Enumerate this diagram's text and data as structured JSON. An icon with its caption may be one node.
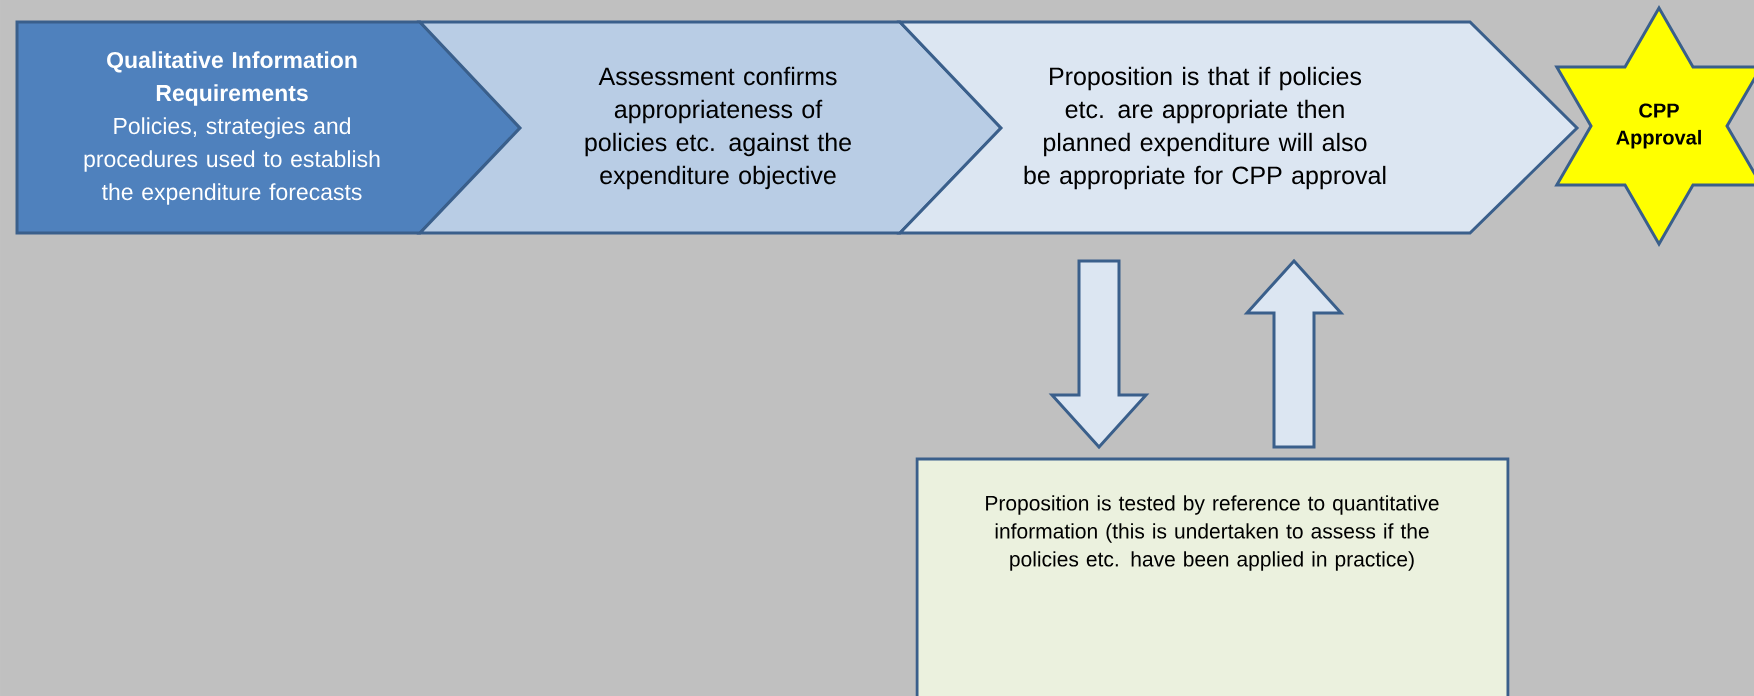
{
  "diagram": {
    "nodes": [
      {
        "text": [
          "Qualitative Information Requirements",
          "Policies, strategies and procedures used to establish the expenditure forecasts"
        ]
      },
      {
        "text": [
          "Assessment confirms appropriateness of policies etc. against the expenditure objective"
        ]
      },
      {
        "text": [
          "Proposition is that if policies etc. are appropriate then planned expenditure will also be appropriate for CPP approval"
        ]
      },
      {
        "text": [
          "CPP Approval"
        ]
      },
      {
        "text": [
          "Proposition is tested by reference to quantitative information (this is undertaken to assess if the policies etc. have been applied in practice)"
        ]
      }
    ],
    "edges": [
      {
        "from": 2,
        "to": 4,
        "arrow": "to"
      },
      {
        "from": 4,
        "to": 2,
        "arrow": "to"
      }
    ]
  }
}
